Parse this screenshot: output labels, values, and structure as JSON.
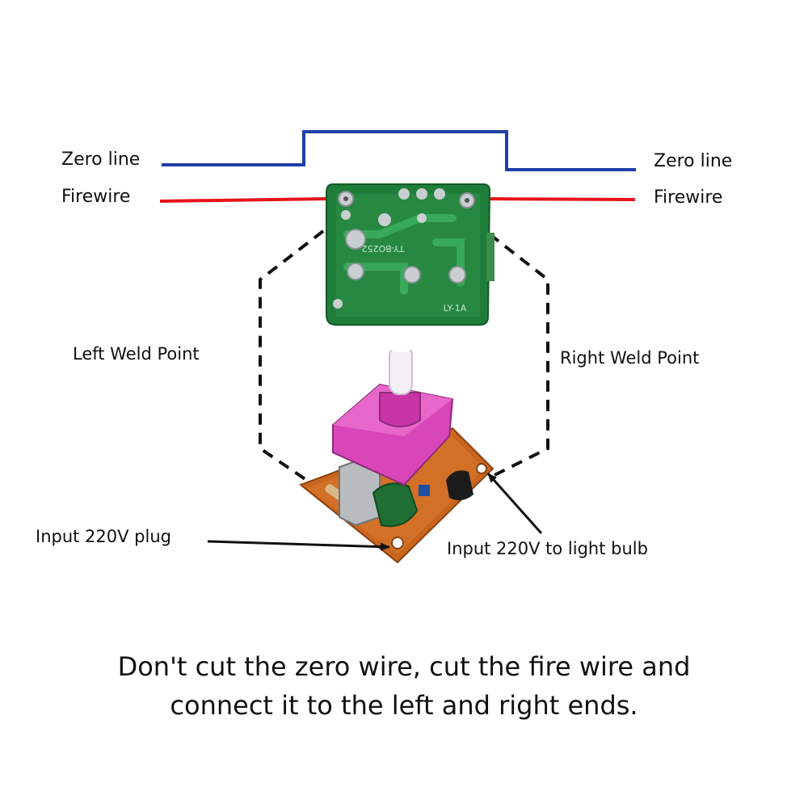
{
  "wires": {
    "zero_left_label": "Zero line",
    "zero_right_label": "Zero line",
    "fire_left_label": "Firewire",
    "fire_right_label": "Firewire",
    "zero_color": "#1f3fa8",
    "fire_color": "#e8141b"
  },
  "weld_points": {
    "left_label": "Left Weld Point",
    "right_label": "Right Weld Point"
  },
  "io": {
    "input_plug_label": "Input 220V plug",
    "output_bulb_label": "Input 220V to light bulb"
  },
  "board_markings": {
    "model": "TY-BO252",
    "code": "LY-1A"
  },
  "caption": {
    "line1": "Don't cut the zero wire, cut the fire wire and",
    "line2": "connect it to the left and right ends."
  }
}
